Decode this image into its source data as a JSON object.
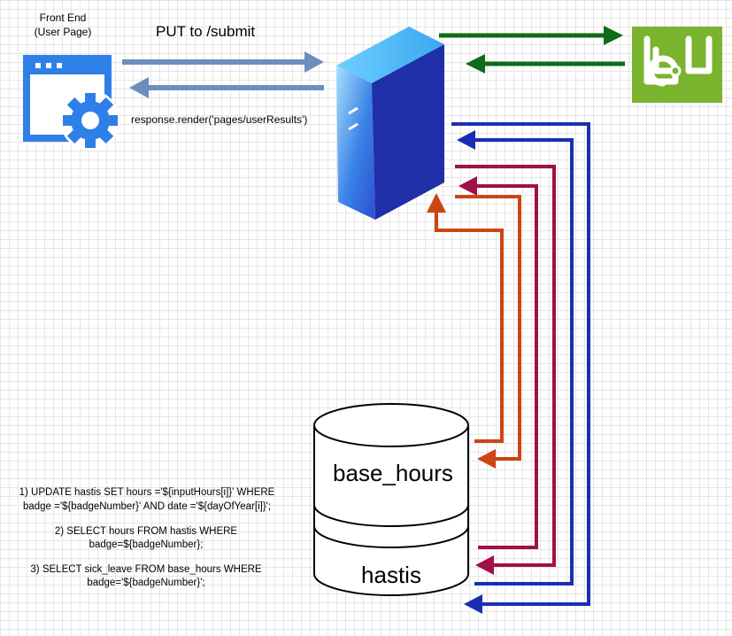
{
  "frontend": {
    "label_line1": "Front End",
    "label_line2": "(User Page)"
  },
  "request": {
    "label": "PUT to  /submit"
  },
  "response": {
    "label": "response.render('pages/userResults')"
  },
  "database": {
    "table_top": "base_hours",
    "table_bottom": "hastis"
  },
  "queries": [
    {
      "line1": "1) UPDATE hastis SET hours ='${inputHours[i]}' WHERE",
      "line2": "badge ='${badgeNumber}' AND date ='${dayOfYear[i]}';"
    },
    {
      "line1": "2) SELECT hours FROM hastis WHERE",
      "line2": "badge=${badgeNumber};"
    },
    {
      "line1": "3) SELECT sick_leave FROM base_hours WHERE",
      "line2": "badge='${badgeNumber}';"
    }
  ],
  "colors": {
    "frontend_blue": "#2f7fe8",
    "request_arrow": "#6c8ebf",
    "external_service_green": "#7ab32e",
    "external_arrow_green": "#0d6b1a",
    "query1_arrow_blue": "#1b2eb3",
    "query2_arrow_magenta": "#a0104a",
    "query3_arrow_orange": "#cc4514",
    "server_top": "#4fb3f5",
    "server_front": "#3a6be0",
    "server_side": "#1f2fa8"
  },
  "icons": {
    "frontend": "browser-window-gear-icon",
    "server": "server-tower-icon",
    "external_service": "square-logo-icon",
    "database": "cylinder-database-icon"
  }
}
